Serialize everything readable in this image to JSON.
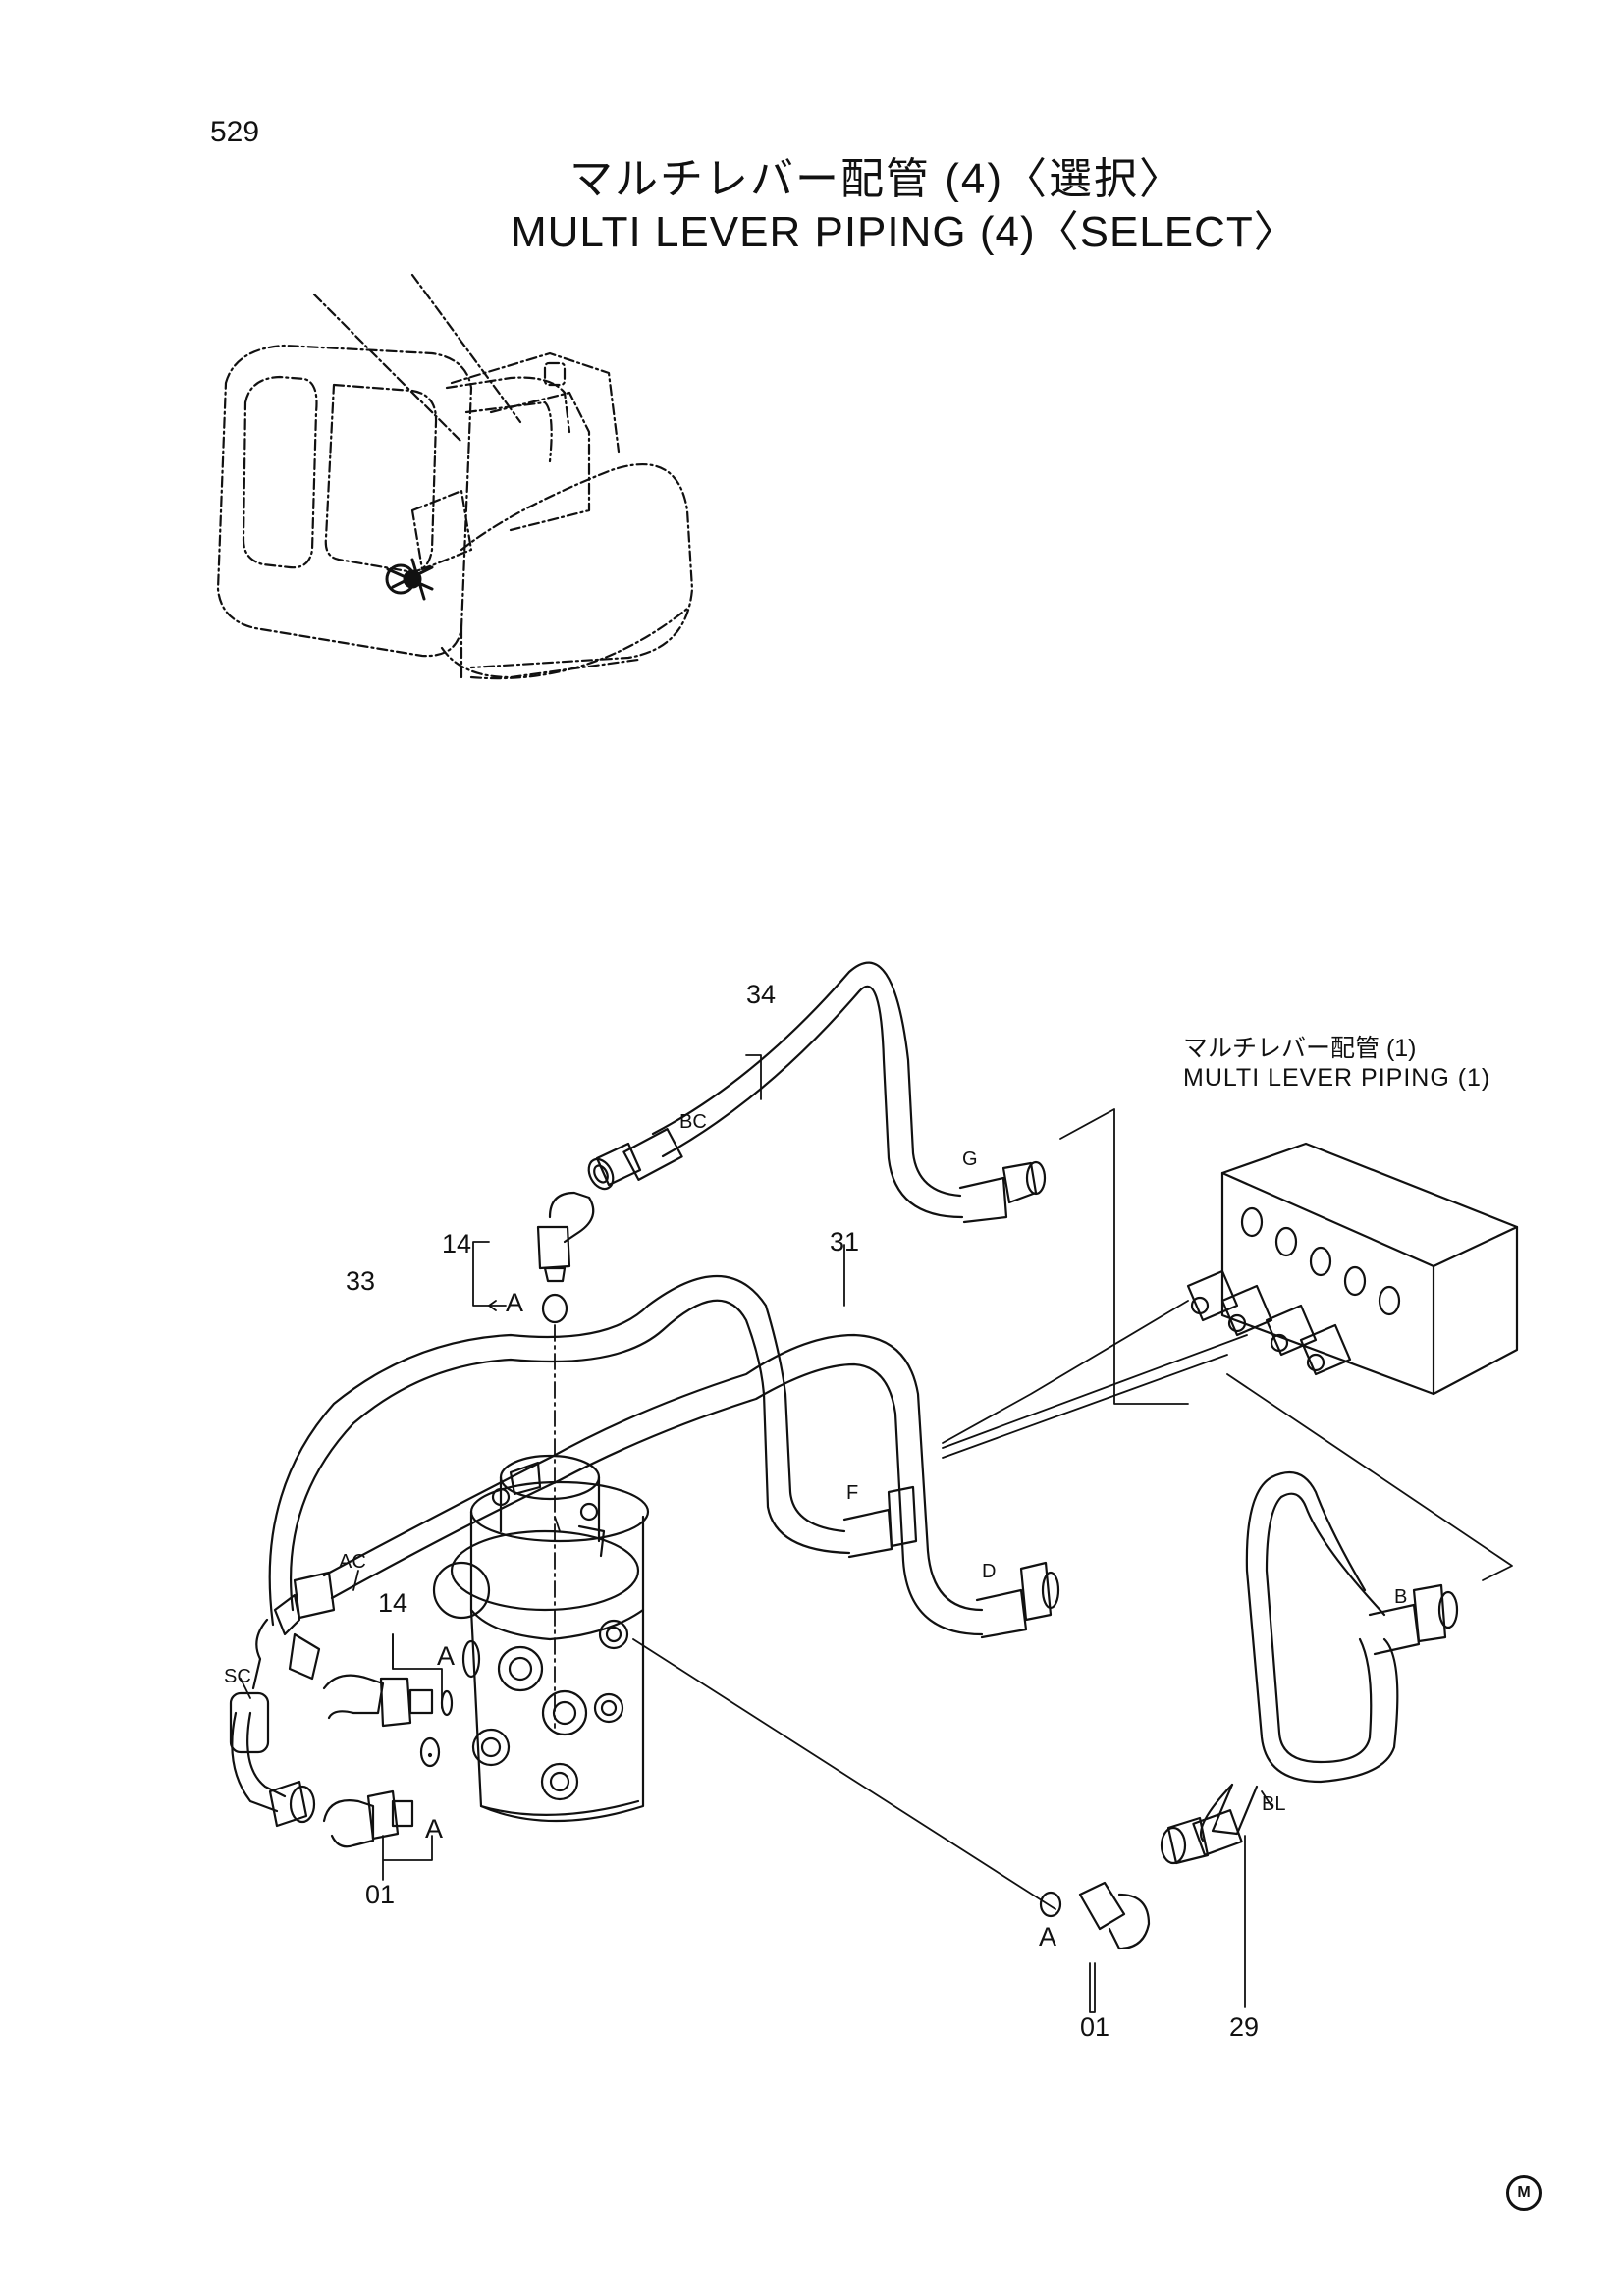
{
  "page": {
    "number": "529"
  },
  "title": {
    "jp": "マルチレバー配管 (4)〈選択〉",
    "en": "MULTI LEVER PIPING (4)〈SELECT〉"
  },
  "reference": {
    "jp": "マルチレバー配管 (1)",
    "en": "MULTI LEVER PIPING (1)"
  },
  "callouts": {
    "p34": "34",
    "p33": "33",
    "p31": "31",
    "p14_top": "14",
    "p14_mid": "14",
    "p01_left": "01",
    "p01_right": "01",
    "p29": "29"
  },
  "ports": {
    "bc": "BC",
    "g": "G",
    "f": "F",
    "d": "D",
    "b": "B",
    "ac": "AC",
    "sc": "SC",
    "bl": "BL"
  },
  "detail_marks": {
    "a1": "A",
    "a2": "A",
    "a3": "A",
    "a4": "A"
  },
  "footer": {
    "mark": "M"
  },
  "icons": [
    "excavator-illustration",
    "multi-lever-valve",
    "control-valve-block",
    "hose-assembly",
    "elbow-fitting",
    "o-ring"
  ]
}
